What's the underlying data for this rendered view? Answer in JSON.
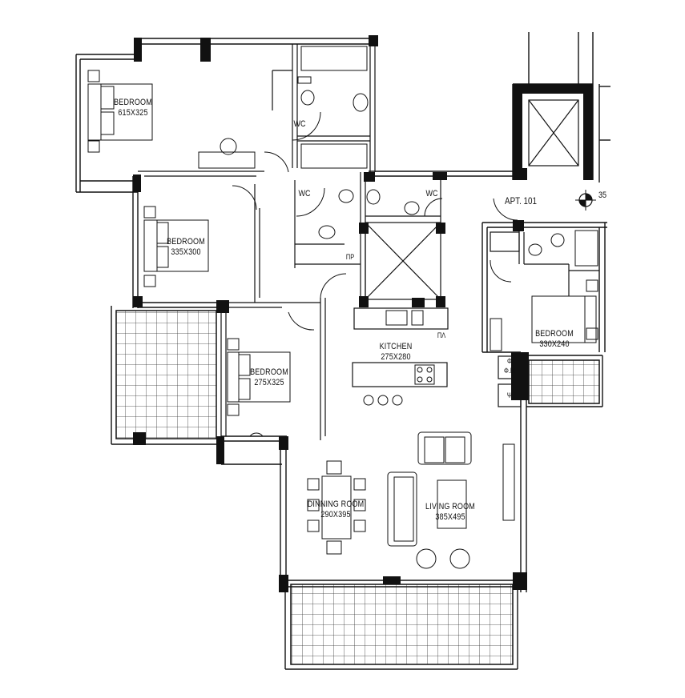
{
  "rooms": {
    "bedroom_1": {
      "name": "BEDROOM",
      "size": "615X325"
    },
    "bedroom_2": {
      "name": "BEDROOM",
      "size": "335X300"
    },
    "bedroom_3": {
      "name": "BEDROOM",
      "size": "275X325"
    },
    "bedroom_4": {
      "name": "BEDROOM",
      "size": "330X240"
    },
    "kitchen": {
      "name": "KITCHEN",
      "size": "275X280"
    },
    "dining": {
      "name": "DINNING ROOM",
      "size": "290X395"
    },
    "living": {
      "name": "LIVING ROOM",
      "size": "385X495"
    }
  },
  "wc_labels": [
    "WC",
    "WC",
    "WC"
  ],
  "apartment": "APT. 101",
  "north_marker": "35",
  "duct_labels": {
    "pp": "ΠΡ",
    "pl": "ΠΛ",
    "fm": "Φ.Μ",
    "phi": "Φ",
    "psi": "Ψ"
  }
}
